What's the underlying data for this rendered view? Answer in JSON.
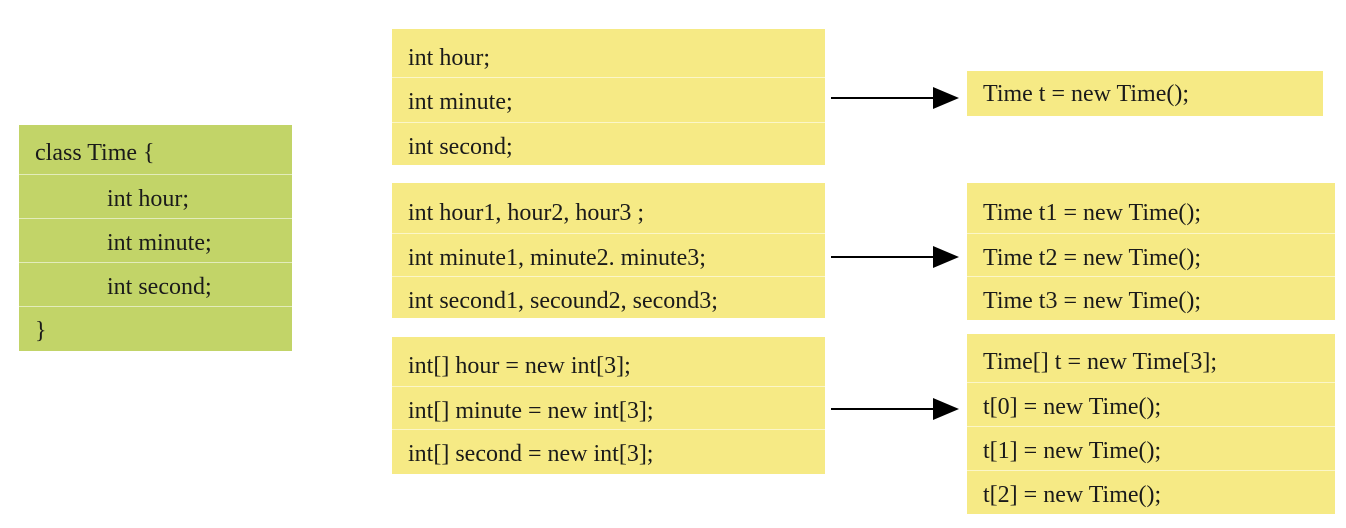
{
  "class_box": {
    "lines": [
      "class Time {",
      "int hour;",
      "int minute;",
      "int second;",
      "}"
    ]
  },
  "fields_single": {
    "lines": [
      "int hour;",
      "int minute;",
      "int second;"
    ]
  },
  "object_single": {
    "lines": [
      "Time t = new Time();"
    ]
  },
  "fields_multi": {
    "lines": [
      "int hour1, hour2, hour3 ;",
      "int minute1, minute2. minute3;",
      "int second1, secound2, second3;"
    ]
  },
  "object_multi": {
    "lines": [
      "Time t1 = new Time();",
      "Time t2 = new Time();",
      "Time t3 = new Time();"
    ]
  },
  "fields_array": {
    "lines": [
      "int[] hour = new int[3];",
      "int[] minute = new int[3];",
      "int[] second = new int[3];"
    ]
  },
  "object_array": {
    "lines": [
      "Time[] t = new Time[3];",
      "t[0] = new Time();",
      "t[1] = new Time();",
      "t[2] = new Time();"
    ]
  },
  "colors": {
    "class_box": "#c2d468",
    "code_boxes": "#f6ea85",
    "arrows": "#000000"
  }
}
